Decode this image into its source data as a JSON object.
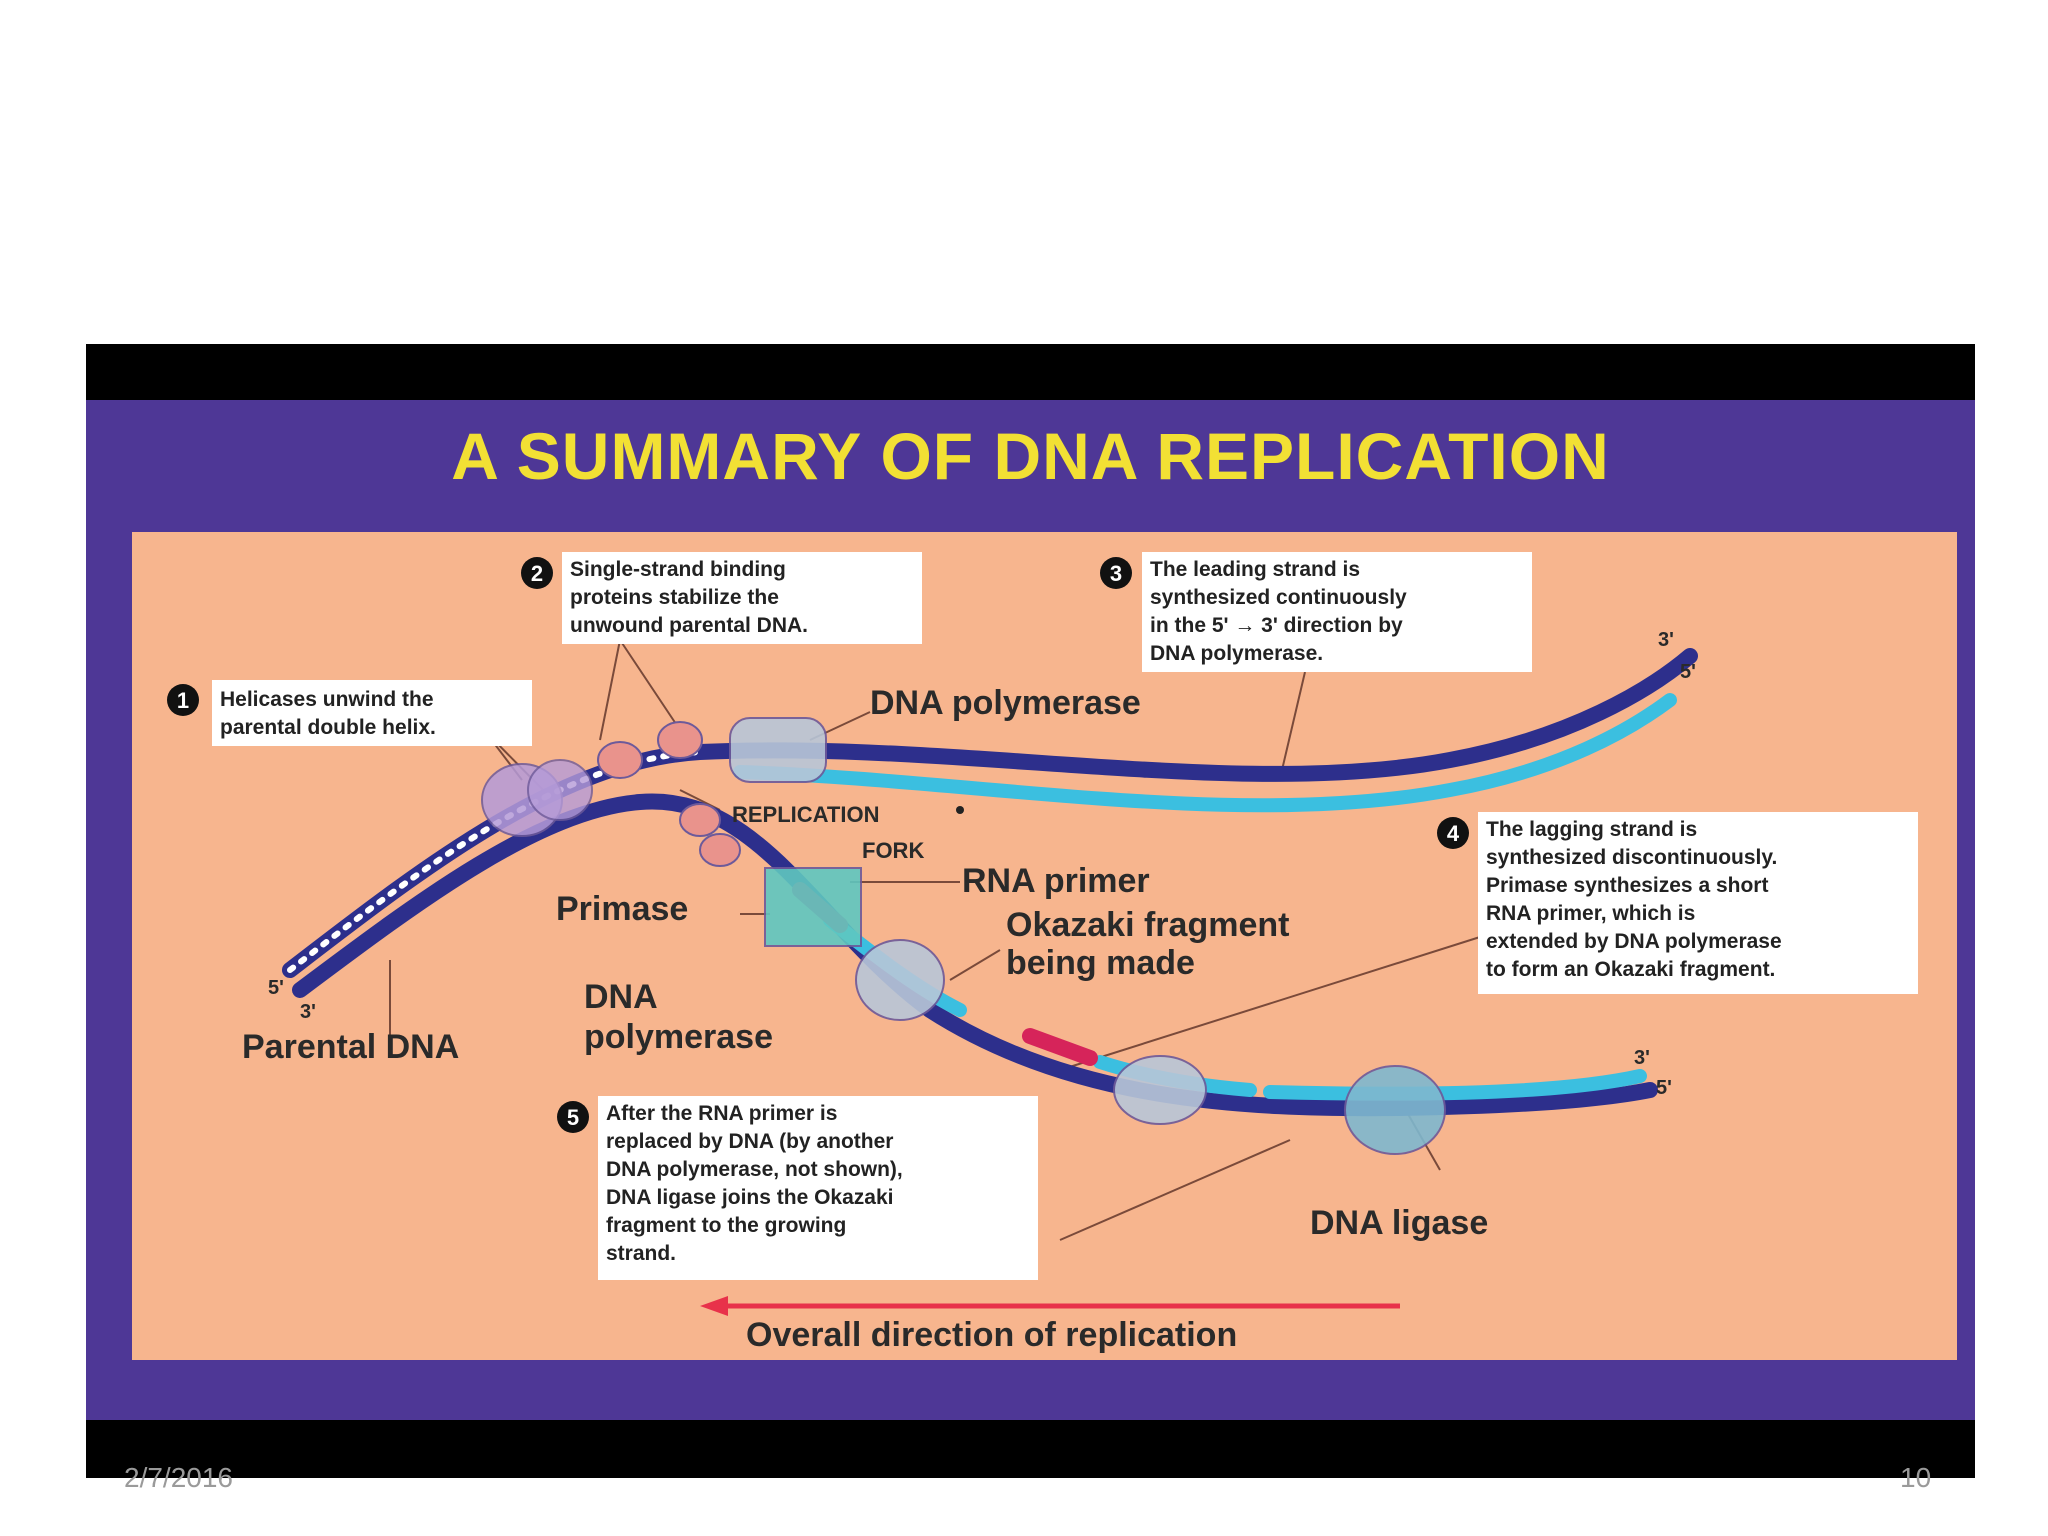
{
  "title": "A SUMMARY OF DNA REPLICATION",
  "footer": {
    "date": "2/7/2016",
    "page": "10"
  },
  "steps": [
    {
      "number": "1",
      "lines": [
        "Helicases unwind the",
        "parental double helix."
      ]
    },
    {
      "number": "2",
      "lines": [
        "Single-strand binding",
        "proteins stabilize the",
        "unwound parental DNA."
      ]
    },
    {
      "number": "3",
      "lines": [
        "The leading strand is",
        "synthesized continuously",
        "in the 5' → 3' direction by",
        "DNA polymerase."
      ]
    },
    {
      "number": "4",
      "lines": [
        "The lagging strand is",
        "synthesized discontinuously.",
        "Primase synthesizes a short",
        "RNA primer, which is",
        "extended by DNA polymerase",
        "to form an Okazaki fragment."
      ]
    },
    {
      "number": "5",
      "lines": [
        "After the RNA primer is",
        "replaced by DNA (by another",
        "DNA polymerase, not shown),",
        "DNA ligase joins the Okazaki",
        "fragment to the growing",
        "strand."
      ]
    }
  ],
  "labels": {
    "dna_polymerase_top": "DNA polymerase",
    "replication": "REPLICATION",
    "fork": "FORK",
    "rna_primer": "RNA primer",
    "primase": "Primase",
    "okazaki_1": "Okazaki fragment",
    "okazaki_2": "being made",
    "dna_1": "DNA",
    "polymerase_2": "polymerase",
    "parental_dna": "Parental DNA",
    "dna_ligase": "DNA ligase",
    "direction": "Overall direction of replication"
  },
  "ends": {
    "five_prime": "5'",
    "three_prime": "3'"
  },
  "colors": {
    "title_yellow": "#f2e034",
    "panel_purple": "#4e3796",
    "background_salmon": "#f7b58e",
    "parental_strand": "#2d2f8c",
    "new_strand": "#3bbfe0",
    "rna_primer": "#d6245a",
    "direction_arrow": "#e8314a"
  }
}
